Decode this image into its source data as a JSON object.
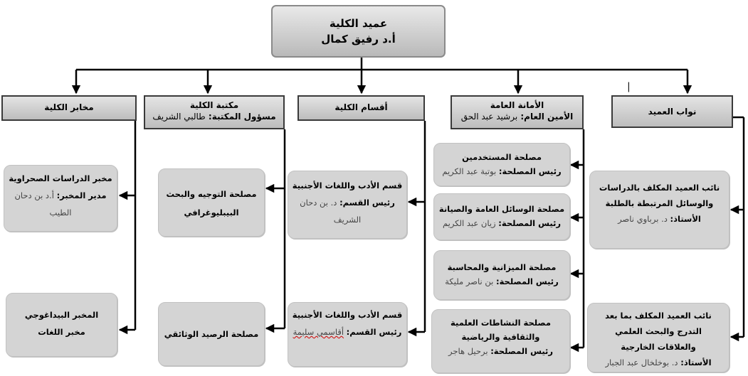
{
  "dean": {
    "title": "عميد الكلية",
    "name": "أ.د رفيق كمال"
  },
  "headers": {
    "labs": "مخابر الكلية",
    "library_title": "مكتبة الكلية",
    "library_key": "مسؤول المكتبة:",
    "library_name": "طالبي الشريف",
    "departments": "أقسام الكلية",
    "secretariat_title": "الأمانة العامة",
    "secretariat_key": "الأمين العام:",
    "secretariat_name": "برشيد عبد الحق",
    "vice_deans": "نواب العميد"
  },
  "labs": [
    {
      "title": "مخبر الدراسات الصحراوية",
      "key": "مدير المخبر:",
      "name": "أ.د بن دحان الطيب"
    },
    {
      "title": "المخبر البيداغوجي",
      "subtitle": "مخبر اللغات"
    }
  ],
  "library": [
    {
      "title": "مصلحة التوجيه والبحث البيبليوغرافي"
    },
    {
      "title": "مصلحة الرصيد الوثائقي"
    }
  ],
  "departments": [
    {
      "title": "قسم الأدب واللغات الأجنبية",
      "key": "رئيس القسم:",
      "name": "د. بن دحان الشريف"
    },
    {
      "title": "قسم الأدب واللغات الأجنبية",
      "key": "رئيس القسم:",
      "name": "أقاسمي سليمة"
    }
  ],
  "services": [
    {
      "title": "مصلحة المستخدمين",
      "key": "رئيس المصلحة:",
      "name": "بوتبة عبد الكريم"
    },
    {
      "title": "مصلحة الوسائل العامة والصيانة",
      "key": "رئيس المصلحة:",
      "name": "زيان عبد الكريم"
    },
    {
      "title": "مصلحة الميزانية والمحاسبة",
      "key": "رئيس المصلحة:",
      "name": "بن ناصر مليكة"
    },
    {
      "title": "مصلحة النشاطات العلمية والثقافية والرياضية",
      "key": "رئيس المصلحة:",
      "name": "برحيل هاجر"
    }
  ],
  "vice_deans": [
    {
      "title": "نائب العميد المكلف بالدراسات والوسائل المرتبطة بالطلبة",
      "key": "الأستاذ:",
      "name": "د. برباوي ناصر"
    },
    {
      "title": "نائب العميد المكلف بما بعد التدرج والبحث العلمي والعلاقات الخارجية",
      "key": "الأستاذ:",
      "name": "د. بوخلخال عبد الجبار"
    }
  ],
  "colors": {
    "line": "#000000",
    "card_fill": "#d4d4d4",
    "header_border": "#3a3a3a"
  }
}
